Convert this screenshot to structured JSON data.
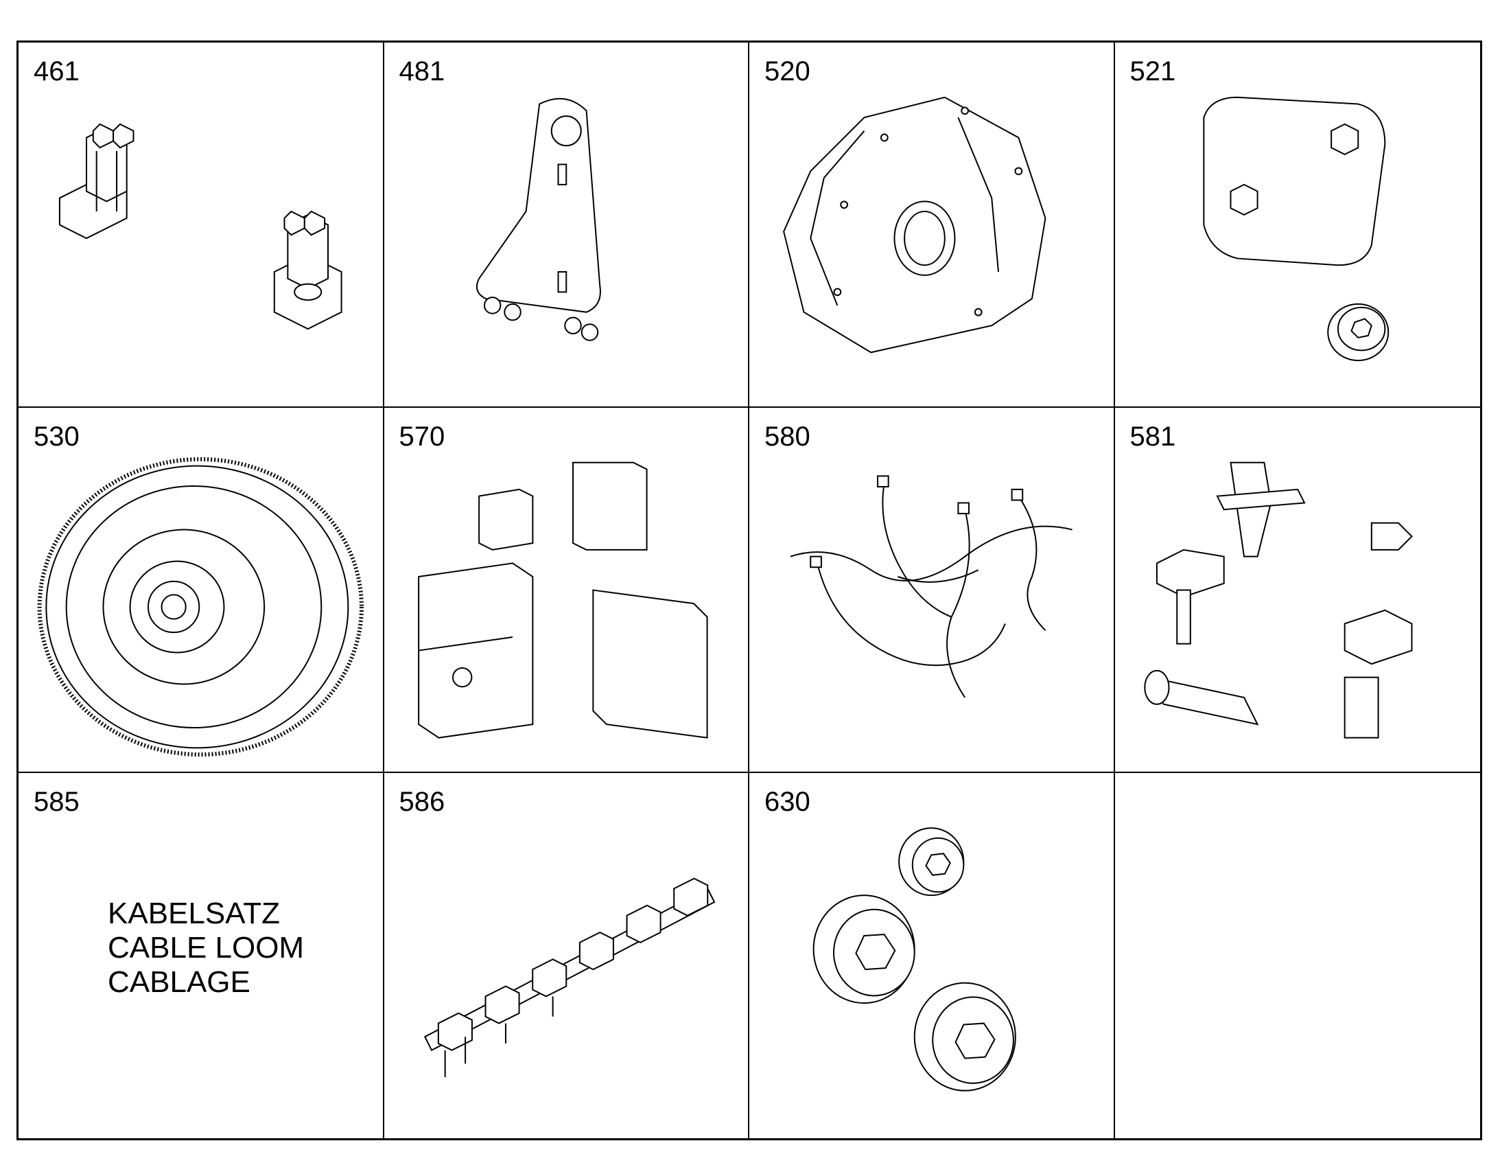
{
  "cells": [
    {
      "number": "461",
      "icon": "engine-mount-brackets"
    },
    {
      "number": "481",
      "icon": "lifting-eye-bracket"
    },
    {
      "number": "520",
      "icon": "flywheel-housing"
    },
    {
      "number": "521",
      "icon": "cover-plate-with-plug"
    },
    {
      "number": "530",
      "icon": "flywheel"
    },
    {
      "number": "570",
      "icon": "control-units"
    },
    {
      "number": "580",
      "icon": "wiring-harness"
    },
    {
      "number": "581",
      "icon": "sensors"
    },
    {
      "number": "585",
      "caption": [
        "KABELSATZ",
        "CABLE LOOM",
        "CABLAGE"
      ]
    },
    {
      "number": "586",
      "icon": "ignition-coil-rail"
    },
    {
      "number": "630",
      "icon": "screw-plugs"
    },
    {
      "number": ""
    }
  ]
}
